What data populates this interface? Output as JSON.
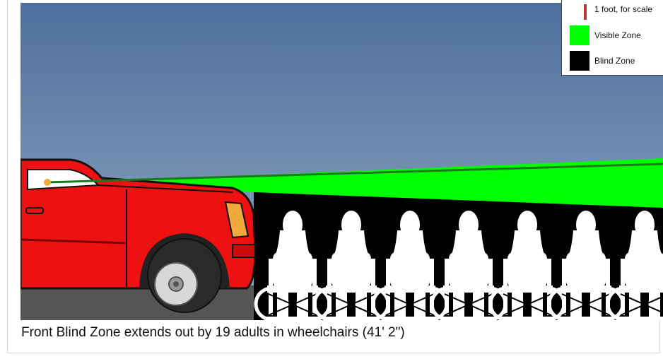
{
  "legend": {
    "items": [
      {
        "label": "1 foot, for scale",
        "color": "#b03a3a",
        "icon": "scale-bar-icon"
      },
      {
        "label": "Visible Zone",
        "color": "#00ff00",
        "icon": "swatch-icon"
      },
      {
        "label": "Blind Zone",
        "color": "#000000",
        "icon": "swatch-icon"
      }
    ]
  },
  "caption": "Front Blind Zone extends out by 19 adults in wheelchairs (41' 2\")",
  "colors": {
    "sky_top": "#4d6f9c",
    "sky_bottom": "#8fa8c2",
    "ground": "#555555",
    "truck_body": "#ee1111",
    "visible_zone": "#00ff00",
    "blind_zone": "#000000",
    "figures": "#ffffff",
    "eye_point": "#f2a93b",
    "sight_line": "#1a7a1a"
  }
}
